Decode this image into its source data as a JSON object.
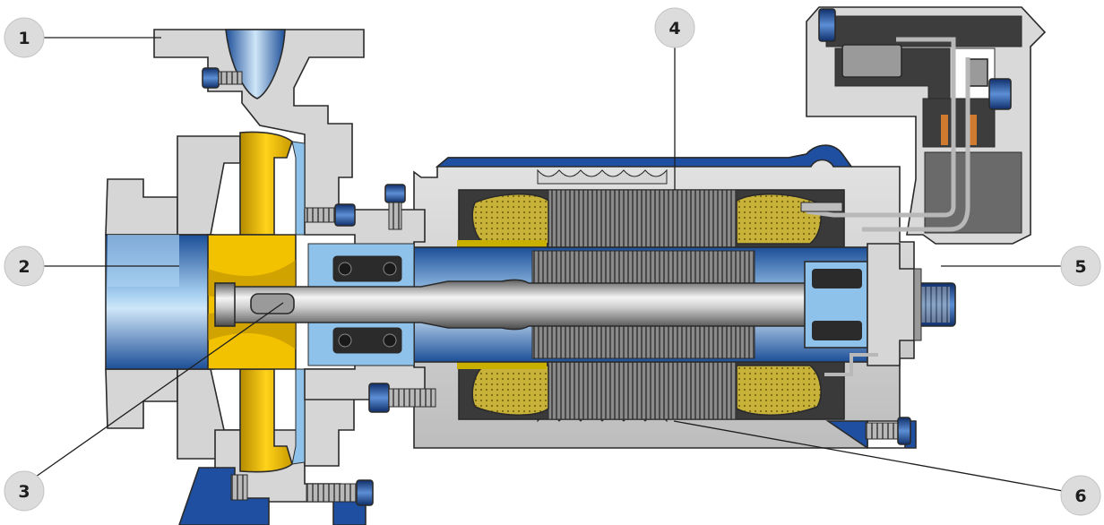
{
  "callouts": [
    {
      "id": "1",
      "label": "1"
    },
    {
      "id": "2",
      "label": "2"
    },
    {
      "id": "3",
      "label": "3"
    },
    {
      "id": "4",
      "label": "4"
    },
    {
      "id": "5",
      "label": "5"
    },
    {
      "id": "6",
      "label": "6"
    }
  ],
  "colors": {
    "casing_gray": "#d9d9d9",
    "impeller_yellow": "#f2c200",
    "bolt_blue": "#1f4fa0",
    "fluid_blue": "#6aa8dc",
    "winding_yellow": "#d8c34a",
    "lamination_dark": "#6b6b6b"
  }
}
